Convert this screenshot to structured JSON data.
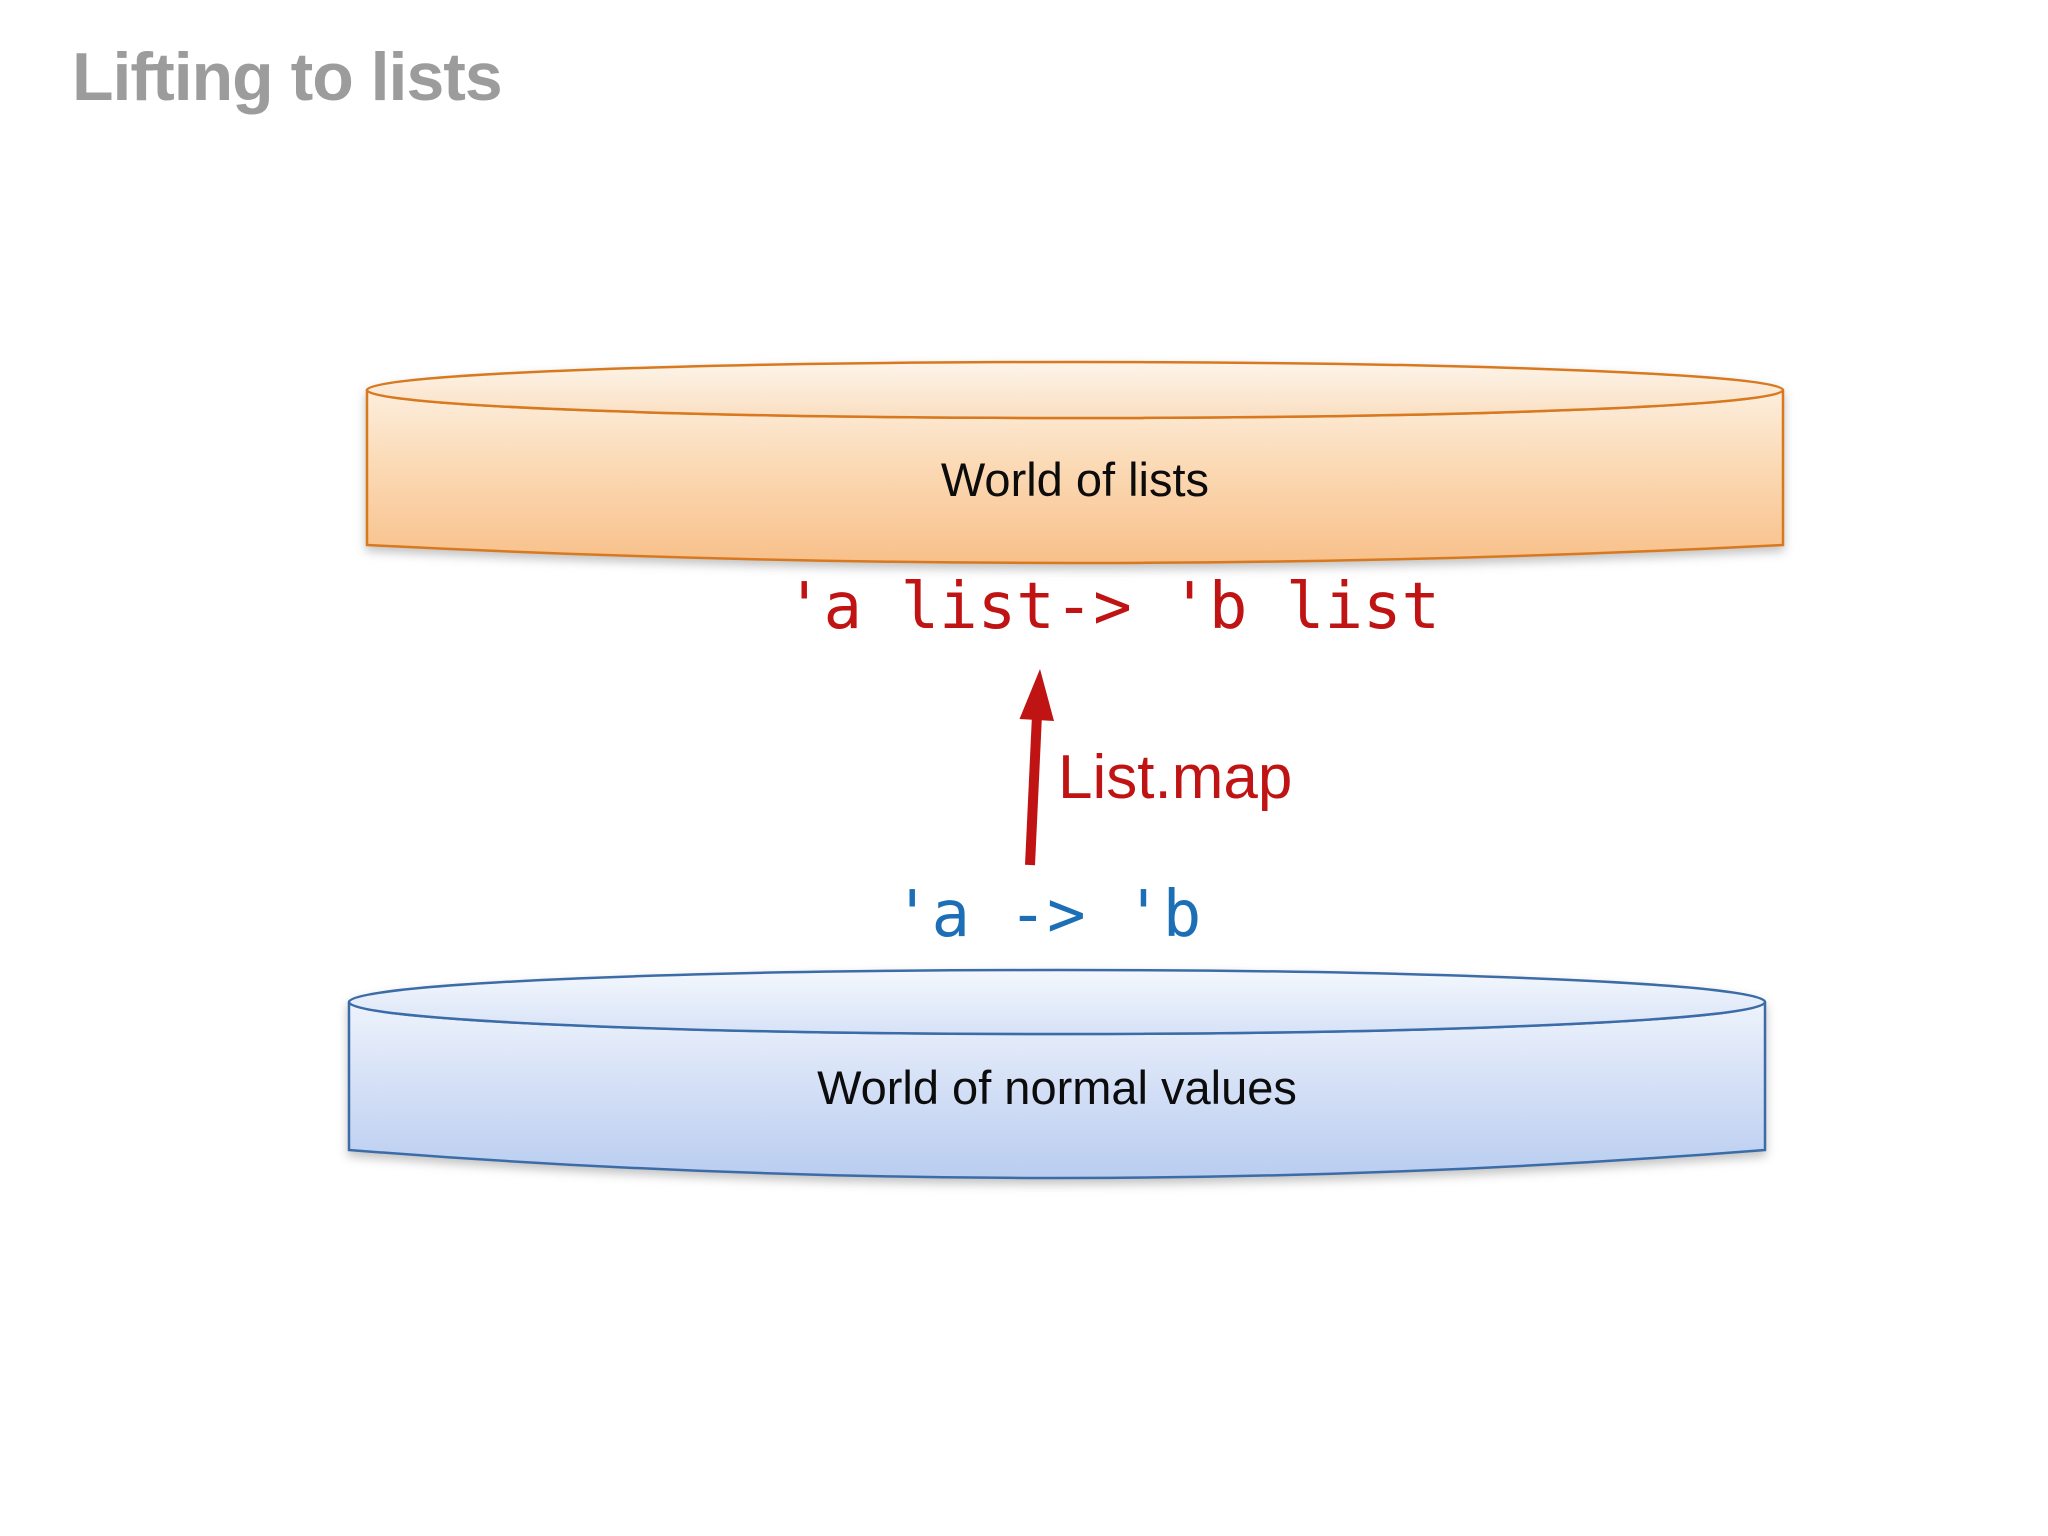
{
  "slide": {
    "title": "Lifting to lists",
    "worlds": {
      "lists": {
        "label": "World of lists"
      },
      "normal": {
        "label": "World of normal values"
      }
    },
    "signatures": {
      "lifted": "'a list-> 'b list",
      "base": "'a -> 'b"
    },
    "arrow": {
      "label": "List.map"
    },
    "colors": {
      "title_gray": "#9c9c9c",
      "signature_red": "#c01414",
      "signature_blue": "#1c6fb6",
      "arrow_red": "#c01414",
      "lists_cylinder_border": "#d9791f",
      "lists_cylinder_fill_top": "#fbe3c9",
      "lists_cylinder_fill_bottom": "#f8c08a",
      "normal_cylinder_border": "#3c6ca8",
      "normal_cylinder_fill_top": "#ebf1fb",
      "normal_cylinder_fill_bottom": "#b9cdf0",
      "label_text": "#0c0c0c",
      "background": "#ffffff"
    }
  }
}
